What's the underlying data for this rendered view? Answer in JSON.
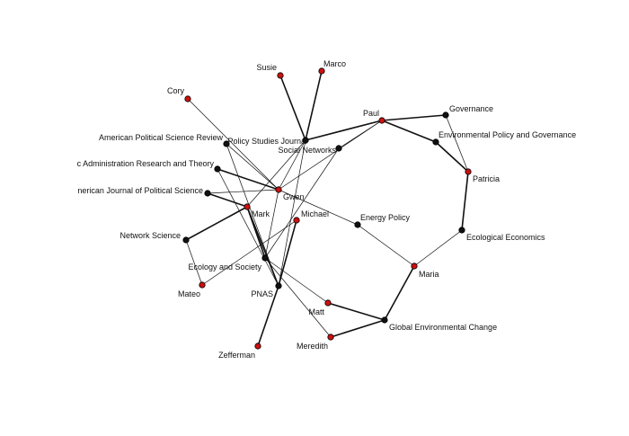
{
  "colors": {
    "person_node": "#cc1111",
    "venue_node": "#111111",
    "edge": "#111111",
    "background": "#ffffff"
  },
  "nodes": [
    {
      "id": "susie",
      "label": "Susie",
      "kind": "person"
    },
    {
      "id": "marco",
      "label": "Marco",
      "kind": "person"
    },
    {
      "id": "cory",
      "label": "Cory",
      "kind": "person"
    },
    {
      "id": "paul",
      "label": "Paul",
      "kind": "person"
    },
    {
      "id": "gwen",
      "label": "Gwen",
      "kind": "person"
    },
    {
      "id": "mark",
      "label": "Mark",
      "kind": "person"
    },
    {
      "id": "michael",
      "label": "Michael",
      "kind": "person"
    },
    {
      "id": "patricia",
      "label": "Patricia",
      "kind": "person"
    },
    {
      "id": "maria",
      "label": "Maria",
      "kind": "person"
    },
    {
      "id": "mateo",
      "label": "Mateo",
      "kind": "person"
    },
    {
      "id": "matt",
      "label": "Matt",
      "kind": "person"
    },
    {
      "id": "meredith",
      "label": "Meredith",
      "kind": "person"
    },
    {
      "id": "zefferman",
      "label": "Zefferman",
      "kind": "person"
    },
    {
      "id": "apsr",
      "label": "American Political Science Review",
      "kind": "venue"
    },
    {
      "id": "psj",
      "label": "Policy Studies Journal",
      "kind": "venue"
    },
    {
      "id": "socnet",
      "label": "Social Networks",
      "kind": "venue"
    },
    {
      "id": "jpart",
      "label": "c Administration Research and Theory",
      "kind": "venue"
    },
    {
      "id": "ajps",
      "label": "nerican Journal of Political Science",
      "kind": "venue"
    },
    {
      "id": "governance",
      "label": "Governance",
      "kind": "venue"
    },
    {
      "id": "epg",
      "label": "Environmental Policy and Governance",
      "kind": "venue"
    },
    {
      "id": "energy",
      "label": "Energy Policy",
      "kind": "venue"
    },
    {
      "id": "netsci",
      "label": "Network Science",
      "kind": "venue"
    },
    {
      "id": "ecosoc",
      "label": "Ecology and Society",
      "kind": "venue"
    },
    {
      "id": "pnas",
      "label": "PNAS",
      "kind": "venue"
    },
    {
      "id": "ecoecon",
      "label": "Ecological Economics",
      "kind": "venue"
    },
    {
      "id": "gec",
      "label": "Global Environmental Change",
      "kind": "venue"
    }
  ],
  "edges": [
    [
      "susie",
      "psj"
    ],
    [
      "marco",
      "psj"
    ],
    [
      "psj",
      "paul"
    ],
    [
      "paul",
      "governance"
    ],
    [
      "paul",
      "epg"
    ],
    [
      "paul",
      "socnet"
    ],
    [
      "governance",
      "patricia"
    ],
    [
      "epg",
      "patricia"
    ],
    [
      "patricia",
      "ecoecon"
    ],
    [
      "ecoecon",
      "maria"
    ],
    [
      "maria",
      "energy"
    ],
    [
      "maria",
      "gec"
    ],
    [
      "energy",
      "gwen"
    ],
    [
      "cory",
      "gwen"
    ],
    [
      "jpart",
      "gwen"
    ],
    [
      "jpart",
      "pnas"
    ],
    [
      "apsr",
      "gwen"
    ],
    [
      "apsr",
      "pnas"
    ],
    [
      "psj",
      "mark"
    ],
    [
      "psj",
      "gwen"
    ],
    [
      "psj",
      "pnas"
    ],
    [
      "ajps",
      "mark"
    ],
    [
      "ajps",
      "gwen"
    ],
    [
      "netsci",
      "mark"
    ],
    [
      "netsci",
      "mateo"
    ],
    [
      "mateo",
      "michael"
    ],
    [
      "mark",
      "ecosoc"
    ],
    [
      "gwen",
      "ecosoc"
    ],
    [
      "socnet",
      "ecosoc"
    ],
    [
      "michael",
      "pnas"
    ],
    [
      "ecosoc",
      "matt"
    ],
    [
      "ecosoc",
      "meredith"
    ],
    [
      "matt",
      "gec"
    ],
    [
      "meredith",
      "gec"
    ],
    [
      "pnas",
      "zefferman"
    ],
    [
      "mark",
      "pnas"
    ],
    [
      "paul",
      "gwen"
    ]
  ]
}
